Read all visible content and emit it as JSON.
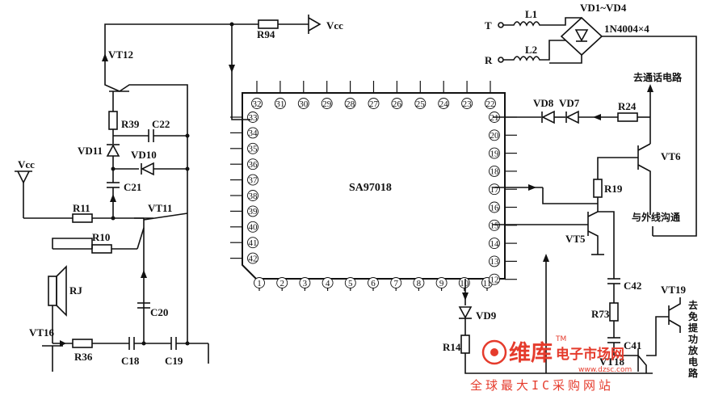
{
  "ic": {
    "name": "SA97018"
  },
  "labels": {
    "vt12": "VT12",
    "r94": "R94",
    "vcc_top": "Vcc",
    "r39": "R39",
    "c22": "C22",
    "vd11": "VD11",
    "vd10": "VD10",
    "c21": "C21",
    "vcc_left": "Vcc",
    "r11": "R11",
    "vt11": "VT11",
    "r10": "R10",
    "rj": "RJ",
    "c20": "C20",
    "vt16": "VT16",
    "r36": "R36",
    "c18": "C18",
    "c19": "C19",
    "t": "T",
    "r": "R",
    "l1": "L1",
    "l2": "L2",
    "vd1_4": "VD1~VD4",
    "diode_part": "1N4004×4",
    "to_call": "去通话电路",
    "vd8": "VD8",
    "vd7": "VD7",
    "r24": "R24",
    "vt6": "VT6",
    "r19": "R19",
    "external": "与外线沟通",
    "vt5": "VT5",
    "vd9": "VD9",
    "r14": "R14",
    "c42": "C42",
    "r73": "R73",
    "c41": "C41",
    "vt18": "VT18",
    "vt19": "VT19",
    "handsfree": "去免提功放电路"
  },
  "pins": {
    "top": [
      "32",
      "31",
      "30",
      "29",
      "28",
      "27",
      "26",
      "25",
      "24",
      "23",
      "22"
    ],
    "right": [
      "21",
      "20",
      "19",
      "18",
      "17",
      "16",
      "15",
      "14",
      "13",
      "12"
    ],
    "bottom": [
      "1",
      "2",
      "3",
      "4",
      "5",
      "6",
      "7",
      "8",
      "9",
      "10",
      "11"
    ],
    "left": [
      "33",
      "34",
      "35",
      "36",
      "37",
      "38",
      "39",
      "40",
      "41",
      "42"
    ]
  },
  "watermark": {
    "brand": "维库",
    "brand2": "电子市场网",
    "site": "www.dzsc.com",
    "tagline": "全球最大IC采购网站",
    "tm": "TM"
  }
}
